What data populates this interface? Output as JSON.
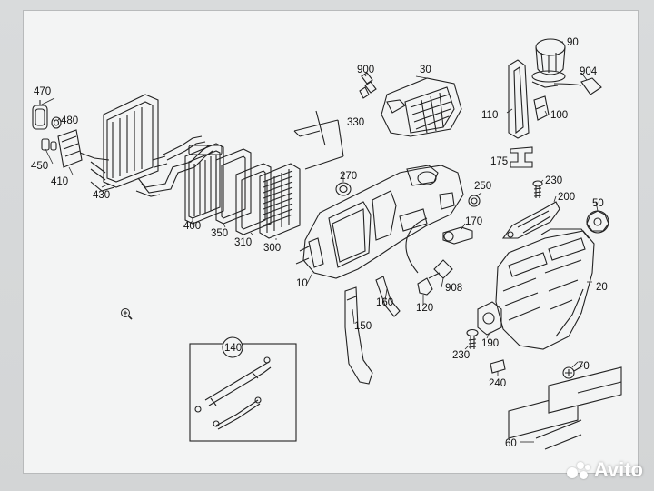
{
  "diagram": {
    "part_numbers": {
      "p470": "470",
      "p480": "480",
      "p450": "450",
      "p410": "410",
      "p430": "430",
      "p400": "400",
      "p350": "350",
      "p310": "310",
      "p300": "300",
      "p900": "900",
      "p30": "30",
      "p330": "330",
      "p270": "270",
      "p250": "250",
      "p170": "170",
      "p10": "10",
      "p160": "160",
      "p120": "120",
      "p908": "908",
      "p150": "150",
      "p90": "90",
      "p904": "904",
      "p110": "110",
      "p100": "100",
      "p175": "175",
      "p230a": "230",
      "p200": "200",
      "p50": "50",
      "p20": "20",
      "p230b": "230",
      "p190": "190",
      "p70": "70",
      "p240": "240",
      "p60": "60",
      "p140": "140"
    },
    "zoom_cursor": "magnifier-plus-icon"
  },
  "watermark": {
    "text": "Avito"
  }
}
